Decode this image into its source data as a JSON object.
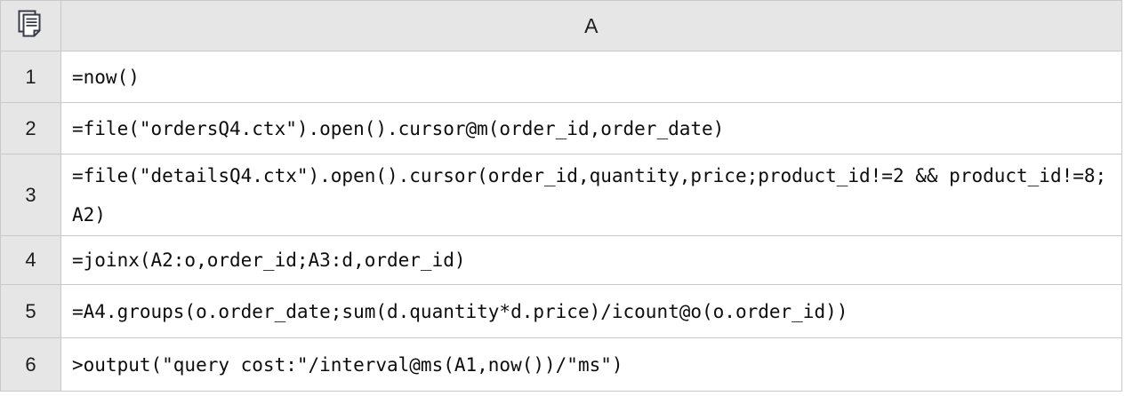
{
  "sheet": {
    "corner_icon": "document-stack-icon",
    "column_headers": [
      "A"
    ],
    "rows": [
      {
        "number": "1",
        "a": "=now()"
      },
      {
        "number": "2",
        "a": "=file(\"ordersQ4.ctx\").open().cursor@m(order_id,order_date)"
      },
      {
        "number": "3",
        "a": "=file(\"detailsQ4.ctx\").open().cursor(order_id,quantity,price;product_id!=2 && product_id!=8;A2)"
      },
      {
        "number": "4",
        "a": "=joinx(A2:o,order_id;A3:d,order_id)"
      },
      {
        "number": "5",
        "a": "=A4.groups(o.order_date;sum(d.quantity*d.price)/icount@o(o.order_id))"
      },
      {
        "number": "6",
        "a": ">output(\"query cost:\"/interval@ms(A1,now())/\"ms\")"
      }
    ]
  },
  "colors": {
    "header_bg": "#e6e6e6",
    "cell_bg": "#ffffff",
    "grid_line": "#c9c9c9",
    "text": "#0d0d0d",
    "icon": "#3a3a4a"
  }
}
